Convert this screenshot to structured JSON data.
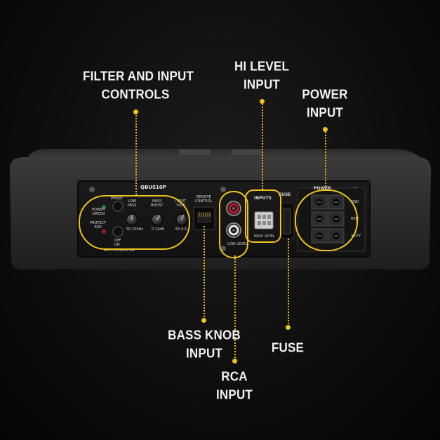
{
  "callouts": {
    "filter": {
      "line1": "FILTER AND INPUT",
      "line2": "CONTROLS"
    },
    "hilevel": {
      "line1": "HI LEVEL",
      "line2": "INPUT"
    },
    "power": {
      "line1": "POWER",
      "line2": "INPUT"
    },
    "bassknob": {
      "line1": "BASS KNOB",
      "line2": "INPUT"
    },
    "rca": {
      "line1": "RCA",
      "line2": "INPUT"
    },
    "fuse": {
      "line1": "FUSE"
    }
  },
  "panel": {
    "model": "QBUS10P",
    "low_pass": "LOW\nPASS",
    "low_pass_range": "50 150Hz",
    "bass_boost": "BASS\nBOOST",
    "bass_boost_range": "0 12dB",
    "input_volt": "INPUT\nVOLT",
    "input_volt_range": "6V 0.5",
    "phase": "PHASE",
    "power_green": "POWER\nGREEN",
    "protect_red": "PROTECT\nRED",
    "off": "OFF",
    "on": "ON",
    "auto_power_on": "AUTO POWER ON",
    "remote_control": "REMOTE\nCONTROL",
    "low_level": "LOW LEVEL",
    "inputs": "INPUTS",
    "high_level": "HIGH LEVEL",
    "fuse": "FUSE",
    "power": "POWER",
    "gnd": "GND",
    "rem": "REM",
    "v12": "+12V"
  },
  "colors": {
    "accent": "#f0c419",
    "rca_red": "#c8102e",
    "rca_white": "#e8e8e8"
  }
}
